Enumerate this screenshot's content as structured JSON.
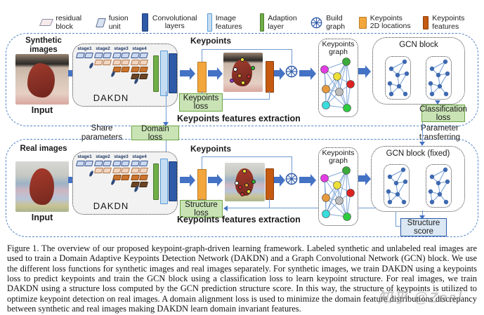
{
  "legend": {
    "items": [
      {
        "label": "residual block"
      },
      {
        "label": "fusion unit"
      },
      {
        "label": "Convolutional layers"
      },
      {
        "label": "Image features"
      },
      {
        "label": "Adaption layer"
      },
      {
        "label": "Build graph"
      },
      {
        "label": "Keypoints 2D locations"
      },
      {
        "label": "Keypoints features"
      }
    ]
  },
  "synthetic": {
    "source": "Synthetic images",
    "input": "Input",
    "network": "DAKDN",
    "stages": [
      "stage1",
      "stage2",
      "stage3",
      "stage4"
    ],
    "keypoints": "Keypoints",
    "loss": "Keypoints loss",
    "extraction": "Keypoints features extraction",
    "graph_title": "Keypoints graph",
    "gcn_title": "GCN block",
    "classification_loss": "Classification loss"
  },
  "real": {
    "source": "Real images",
    "input": "Input",
    "network": "DAKDN",
    "stages": [
      "stage1",
      "stage2",
      "stage3",
      "stage4"
    ],
    "keypoints": "Keypoints",
    "loss": "Structure loss",
    "extraction": "Keypoints features extraction",
    "graph_title": "Keypoints graph",
    "gcn_title": "GCN block (fixed)",
    "structure_score": "Structure score"
  },
  "middle": {
    "share_parameters": "Share parameters",
    "domain_loss": "Domain loss",
    "parameter_transferring": "Parameter transferring"
  },
  "caption": "Figure 1.   The overview of our proposed keypoint-graph-driven learning framework.  Labeled synthetic and unlabeled real images are used to train a Domain Adaptive Keypoints Detection Network (DAKDN) and a Graph Convolutional Network (GCN) block.  We use the different loss functions for synthetic images and real images separately.  For synthetic images, we train DAKDN using a keypoints loss to predict keypoints and train the GCN block using a classification loss to learn keypoint structure.  For real images, we train DAKDN using a structure loss computed by the GCN prediction structure score.  In this way, the structure of keypoints is utilized to optimize keypoint detection on real images.  A domain alignment loss is used to minimize the domain feature distributions discrepancy between synthetic and real images making DAKDN learn domain invariant features.",
  "watermark": "知乎 @Zeal",
  "keypoint_graph_node_colors": [
    "#e23de2",
    "#3aaa3a",
    "#ecdf3a",
    "#dd2222",
    "#e69a3c",
    "#bcbcbc",
    "#3adddd",
    "#2ecc40"
  ],
  "colors": {
    "arrow_blue": "#4472c4",
    "container_dash": "#5585c8",
    "conv_layers": "#2e5aa8",
    "image_features": "#c5ddf2",
    "adaption_layer": "#6fae46",
    "keypoints_2d_locations": "#f3a63b",
    "keypoints_features": "#c55a11",
    "loss_box_bg": "#c9e3b5",
    "loss_box_border": "#6ba544",
    "score_box_bg": "#dbe8f4",
    "score_box_border": "#2e5aa8",
    "gcn_node": "#3e69b0"
  }
}
